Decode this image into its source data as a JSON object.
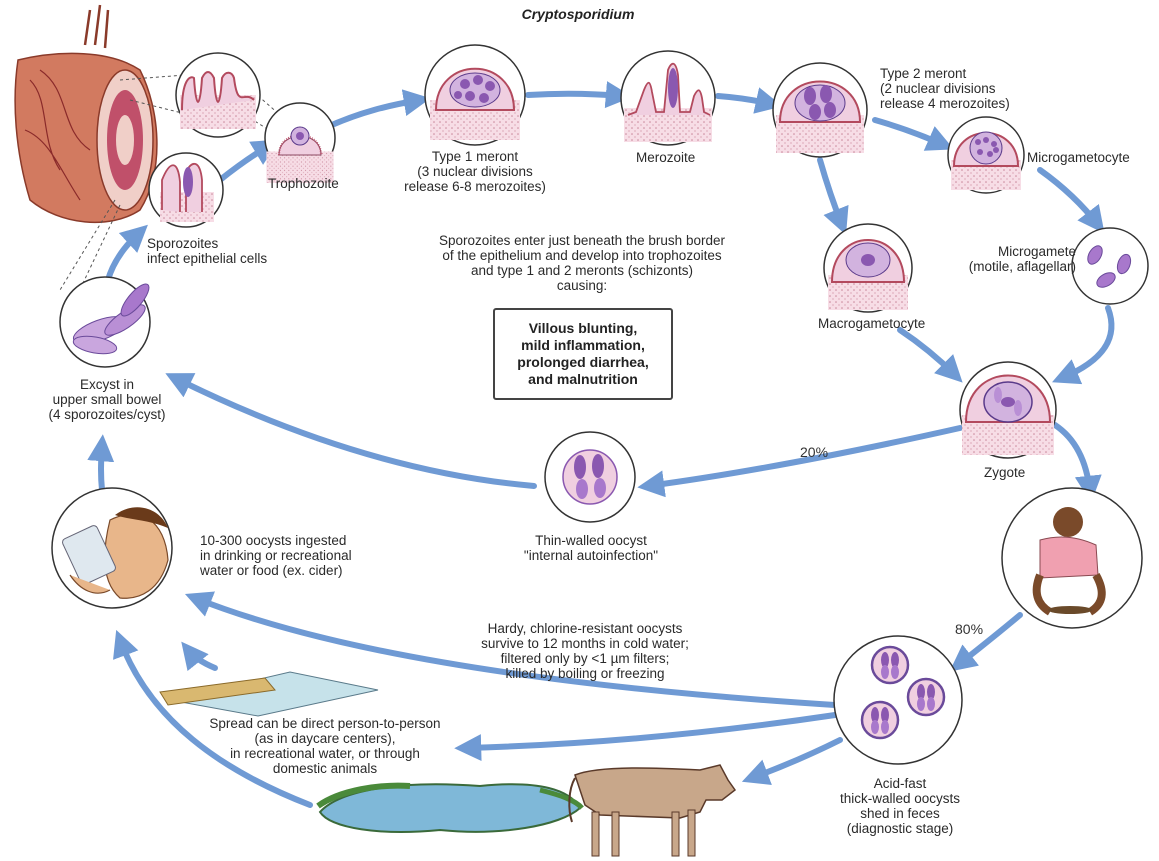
{
  "title": "Cryptosporidium",
  "colors": {
    "arrow": "#6f9ad4",
    "cell_fill": "#f0cfe0",
    "nucleus": "#8a58b0",
    "tissue": "#b34a5e"
  },
  "stages": {
    "trophozoite": "Trophozoite",
    "type1_meront": [
      "Type 1 meront",
      "(3 nuclear divisions",
      "release 6-8 merozoites)"
    ],
    "merozoite": "Merozoite",
    "type2_meront": [
      "Type 2 meront",
      "(2 nuclear divisions",
      "release 4 merozoites)"
    ],
    "microgametocyte": "Microgametocyte",
    "microgamete": [
      "Microgamete",
      "(motile, aflagellar)"
    ],
    "macrogametocyte": "Macrogametocyte",
    "zygote": "Zygote",
    "sporozoites": [
      "Sporozoites",
      "infect epithelial cells"
    ],
    "excyst": [
      "Excyst in",
      "upper small bowel",
      "(4 sporozoites/cyst)"
    ],
    "thin_walled": [
      "Thin-walled oocyst",
      "\"internal autoinfection\""
    ],
    "ingested": [
      "10-300 oocysts ingested",
      "in drinking or recreational",
      "water or food (ex. cider)"
    ],
    "hardy": [
      "Hardy, chlorine-resistant oocysts",
      "survive to 12 months in cold water;",
      "filtered only by <1 µm filters;",
      "killed by boiling or freezing"
    ],
    "spread": [
      "Spread can be direct person-to-person",
      "(as in daycare centers),",
      "in recreational water, or through",
      "domestic animals"
    ],
    "thick_walled": [
      "Acid-fast",
      "thick-walled oocysts",
      "shed in feces",
      "(diagnostic stage)"
    ]
  },
  "center_text": [
    "Sporozoites enter just beneath the brush border",
    "of the epithelium and develop into trophozoites",
    "and type 1 and 2 meronts (schizonts)",
    "causing:"
  ],
  "symptoms_box": [
    "Villous blunting,",
    "mild inflammation,",
    "prolonged diarrhea,",
    "and malnutrition"
  ],
  "percent_20": "20%",
  "percent_80": "80%"
}
